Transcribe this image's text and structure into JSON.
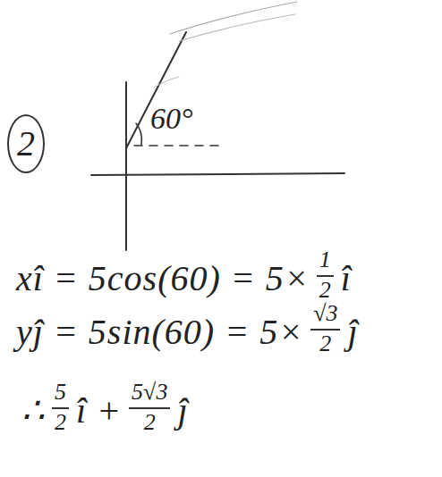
{
  "diagram": {
    "nodes": [
      {
        "text": [
          "2"
        ]
      }
    ],
    "labels": [
      "60°",
      "xî = 5cos(60) = 5×",
      "1",
      "2",
      "î",
      "yĵ = 5sin(60) = 5×",
      "√3",
      "2",
      "ĵ",
      "∴",
      "5",
      "2",
      "î +",
      "5√3",
      "2",
      "ĵ"
    ]
  }
}
